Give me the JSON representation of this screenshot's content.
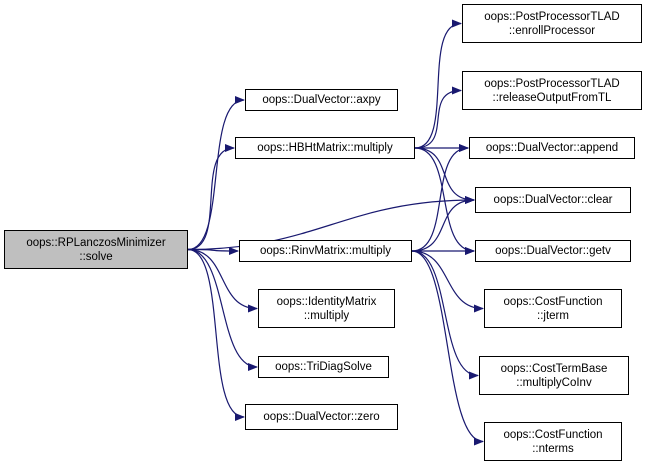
{
  "diagram": {
    "edge_color": "#191970",
    "root_fill": "#bfbfbf",
    "nodes": {
      "root": {
        "lines": [
          "oops::RPLanczosMinimizer",
          "::solve"
        ],
        "root": true
      },
      "axpy": {
        "lines": [
          "oops::DualVector::axpy"
        ]
      },
      "hbht": {
        "lines": [
          "oops::HBHtMatrix::multiply"
        ]
      },
      "rinv": {
        "lines": [
          "oops::RinvMatrix::multiply"
        ]
      },
      "identity": {
        "lines": [
          "oops::IdentityMatrix",
          "::multiply"
        ]
      },
      "tridiag": {
        "lines": [
          "oops::TriDiagSolve"
        ]
      },
      "zero": {
        "lines": [
          "oops::DualVector::zero"
        ]
      },
      "enroll": {
        "lines": [
          "oops::PostProcessorTLAD",
          "::enrollProcessor"
        ]
      },
      "release": {
        "lines": [
          "oops::PostProcessorTLAD",
          "::releaseOutputFromTL"
        ]
      },
      "append": {
        "lines": [
          "oops::DualVector::append"
        ]
      },
      "clear": {
        "lines": [
          "oops::DualVector::clear"
        ]
      },
      "getv": {
        "lines": [
          "oops::DualVector::getv"
        ]
      },
      "jterm": {
        "lines": [
          "oops::CostFunction",
          "::jterm"
        ]
      },
      "multiplyCoInv": {
        "lines": [
          "oops::CostTermBase",
          "::multiplyCoInv"
        ]
      },
      "nterms": {
        "lines": [
          "oops::CostFunction",
          "::nterms"
        ]
      }
    },
    "edges": [
      [
        "root",
        "axpy"
      ],
      [
        "root",
        "hbht"
      ],
      [
        "root",
        "clear"
      ],
      [
        "root",
        "rinv"
      ],
      [
        "root",
        "identity"
      ],
      [
        "root",
        "tridiag"
      ],
      [
        "root",
        "zero"
      ],
      [
        "hbht",
        "enroll"
      ],
      [
        "hbht",
        "release"
      ],
      [
        "hbht",
        "append"
      ],
      [
        "hbht",
        "clear"
      ],
      [
        "hbht",
        "getv"
      ],
      [
        "rinv",
        "append"
      ],
      [
        "rinv",
        "clear"
      ],
      [
        "rinv",
        "getv"
      ],
      [
        "rinv",
        "jterm"
      ],
      [
        "rinv",
        "multiplyCoInv"
      ],
      [
        "rinv",
        "nterms"
      ]
    ]
  }
}
